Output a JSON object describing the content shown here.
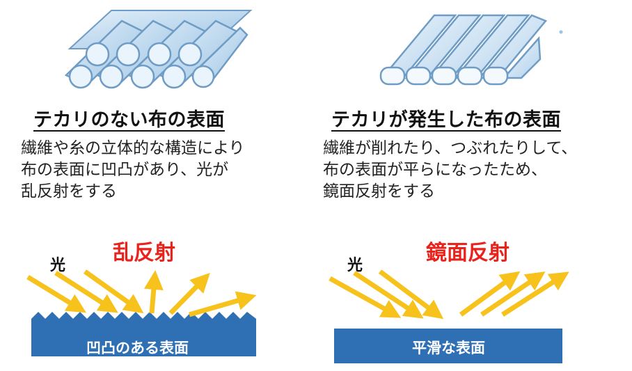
{
  "left": {
    "heading": "テカリのない布の表面",
    "description": [
      "繊維や糸の立体的な構造により",
      "布の表面に凹凸があり、光が",
      "乱反射をする"
    ],
    "light_label": "光",
    "reflection_label": "乱反射",
    "surface_label": "凹凸のある表面"
  },
  "right": {
    "heading": "テカリが発生した布の表面",
    "description": [
      "繊維が削れたり、つぶれたりして、",
      "布の表面が平らになったため、",
      "鏡面反射をする"
    ],
    "light_label": "光",
    "reflection_label": "鏡面反射",
    "surface_label": "平滑な表面"
  },
  "colors": {
    "arrow": "#f7c21b",
    "surface": "#2f6fb4",
    "emphasis": "#e8231c",
    "fiber_fill": "#c9e1f4",
    "fiber_edge": "#6f9cc4"
  }
}
